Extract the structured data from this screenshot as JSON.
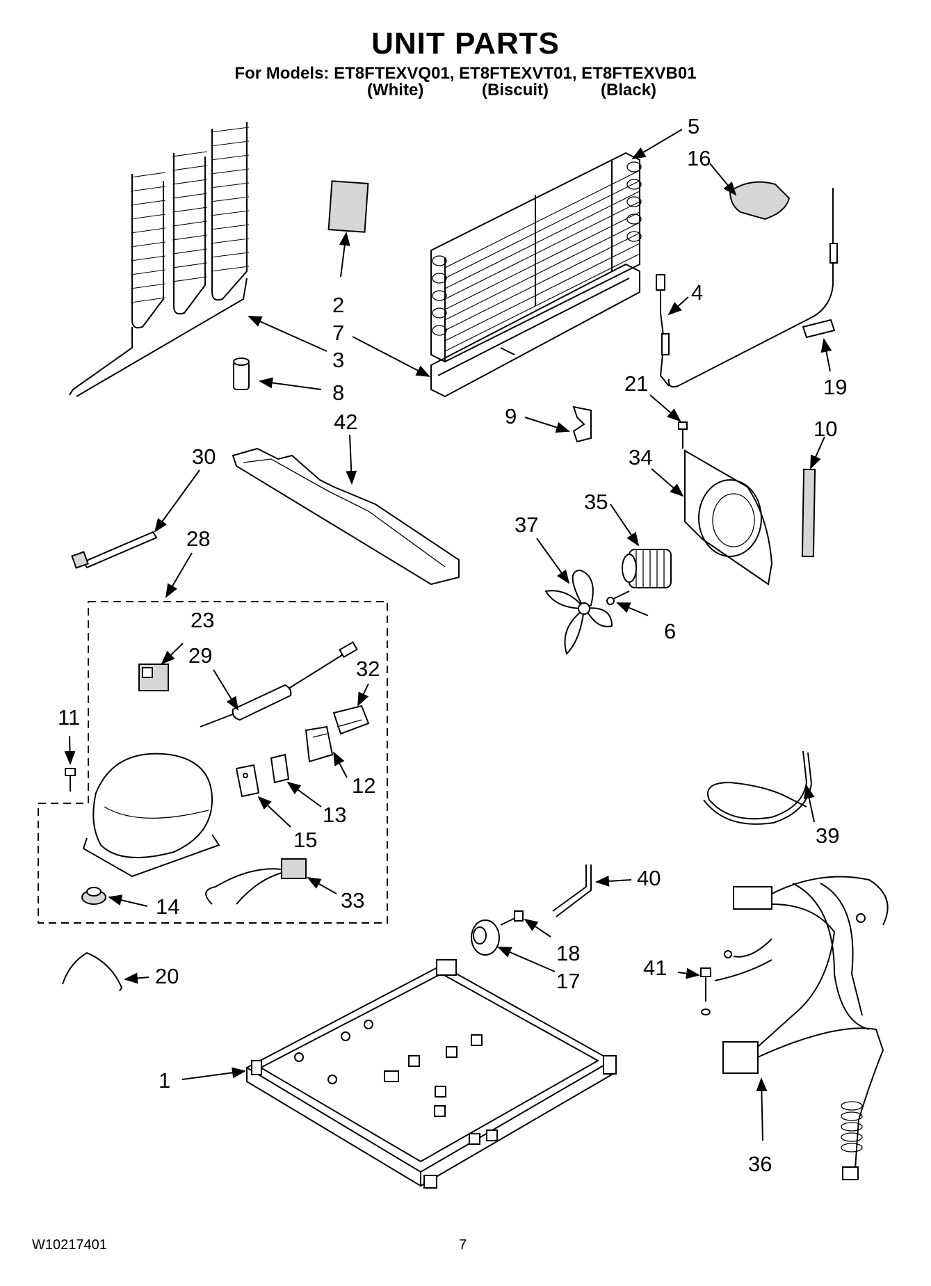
{
  "header": {
    "title": "UNIT PARTS",
    "models_line": "For Models: ET8FTEXVQ01, ET8FTEXVT01, ET8FTEXVB01",
    "color_white": "(White)",
    "color_biscuit": "(Biscuit)",
    "color_black": "(Black)"
  },
  "callouts": {
    "c1": "1",
    "c2": "2",
    "c3": "3",
    "c4": "4",
    "c5": "5",
    "c6": "6",
    "c7": "7",
    "c8": "8",
    "c9": "9",
    "c10": "10",
    "c11": "11",
    "c12": "12",
    "c13": "13",
    "c14": "14",
    "c15": "15",
    "c16": "16",
    "c17": "17",
    "c18": "18",
    "c19": "19",
    "c20": "20",
    "c21": "21",
    "c23": "23",
    "c28": "28",
    "c29": "29",
    "c30": "30",
    "c32": "32",
    "c33": "33",
    "c34": "34",
    "c35": "35",
    "c36": "36",
    "c37": "37",
    "c39": "39",
    "c40": "40",
    "c41": "41",
    "c42": "42"
  },
  "footer": {
    "doc_number": "W10217401",
    "page_number": "7"
  }
}
